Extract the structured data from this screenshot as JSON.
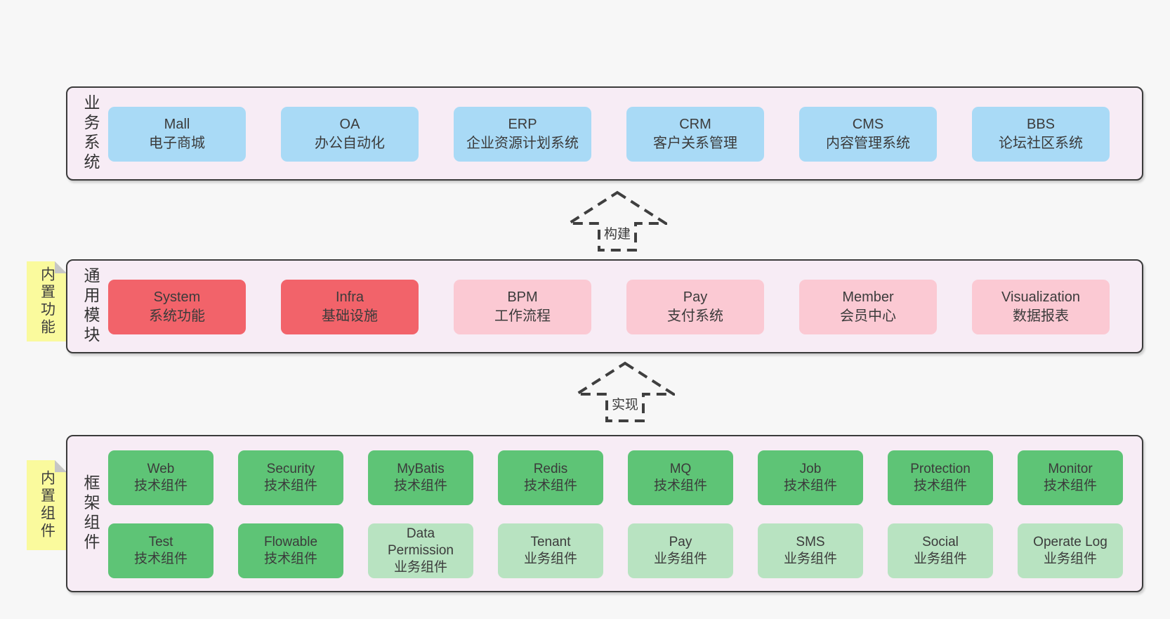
{
  "colors": {
    "page_bg": "#f7f7f7",
    "band_bg": "#f7ecf5",
    "band_border": "#3b3b3b",
    "blue_box": "#a9daf6",
    "red_box": "#f2636a",
    "pink_box": "#fbc9d3",
    "green_box": "#5ec476",
    "light_green_box": "#b8e3c1",
    "sticky_yellow": "#fafa9d",
    "sticky_fold": "#c6c6c6",
    "arrow_dash": "#3f3f3f",
    "text": "#3b3b3b"
  },
  "arrows": [
    {
      "label": "构建"
    },
    {
      "label": "实现"
    }
  ],
  "bands": [
    {
      "label": "业务系统",
      "items": [
        {
          "name": "Mall",
          "desc": "电子商城"
        },
        {
          "name": "OA",
          "desc": "办公自动化"
        },
        {
          "name": "ERP",
          "desc": "企业资源计划系统"
        },
        {
          "name": "CRM",
          "desc": "客户关系管理"
        },
        {
          "name": "CMS",
          "desc": "内容管理系统"
        },
        {
          "name": "BBS",
          "desc": "论坛社区系统"
        }
      ]
    },
    {
      "label": "通用模块",
      "sticky": "内置功能",
      "items": [
        {
          "name": "System",
          "desc": "系统功能"
        },
        {
          "name": "Infra",
          "desc": "基础设施"
        },
        {
          "name": "BPM",
          "desc": "工作流程"
        },
        {
          "name": "Pay",
          "desc": "支付系统"
        },
        {
          "name": "Member",
          "desc": "会员中心"
        },
        {
          "name": "Visualization",
          "desc": "数据报表"
        }
      ]
    },
    {
      "label": "框架组件",
      "sticky": "内置组件",
      "row1": [
        {
          "name": "Web",
          "desc": "技术组件"
        },
        {
          "name": "Security",
          "desc": "技术组件"
        },
        {
          "name": "MyBatis",
          "desc": "技术组件"
        },
        {
          "name": "Redis",
          "desc": "技术组件"
        },
        {
          "name": "MQ",
          "desc": "技术组件"
        },
        {
          "name": "Job",
          "desc": "技术组件"
        },
        {
          "name": "Protection",
          "desc": "技术组件"
        },
        {
          "name": "Monitor",
          "desc": "技术组件"
        }
      ],
      "row2": [
        {
          "name": "Test",
          "desc": "技术组件"
        },
        {
          "name": "Flowable",
          "desc": "技术组件"
        },
        {
          "name": "Data Permission",
          "desc": "业务组件"
        },
        {
          "name": "Tenant",
          "desc": "业务组件"
        },
        {
          "name": "Pay",
          "desc": "业务组件"
        },
        {
          "name": "SMS",
          "desc": "业务组件"
        },
        {
          "name": "Social",
          "desc": "业务组件"
        },
        {
          "name": "Operate Log",
          "desc": "业务组件"
        }
      ]
    }
  ]
}
